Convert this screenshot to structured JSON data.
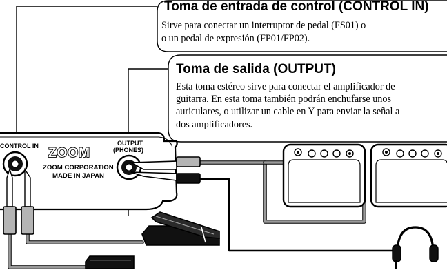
{
  "callouts": {
    "control": {
      "title": "Toma de entrada de control (CONTROL IN)",
      "lines": [
        "Sirve para conectar un interruptor de pedal (FS01) o",
        "o un pedal de expresión (FP01/FP02)."
      ]
    },
    "output": {
      "title": "Toma de salida (OUTPUT)",
      "lines": [
        "Esta toma estéreo sirve para conectar el amplificador de",
        "guitarra.  En esta toma también podrán enchufarse unos",
        "auriculares, o utilizar un cable en Y para enviar la señal a",
        "dos amplificadores."
      ]
    }
  },
  "panel": {
    "control_jack_label": "CONTROL IN",
    "output_jack_label": "OUTPUT",
    "output_jack_sublabel": "(PHONES)",
    "logo": "ZOOM",
    "company": "ZOOM CORPORATION",
    "origin": "MADE IN JAPAN"
  },
  "colors": {
    "line": "#000000",
    "cable_gray": "#9a9a9a",
    "plug_gray": "#b4b4b4"
  }
}
